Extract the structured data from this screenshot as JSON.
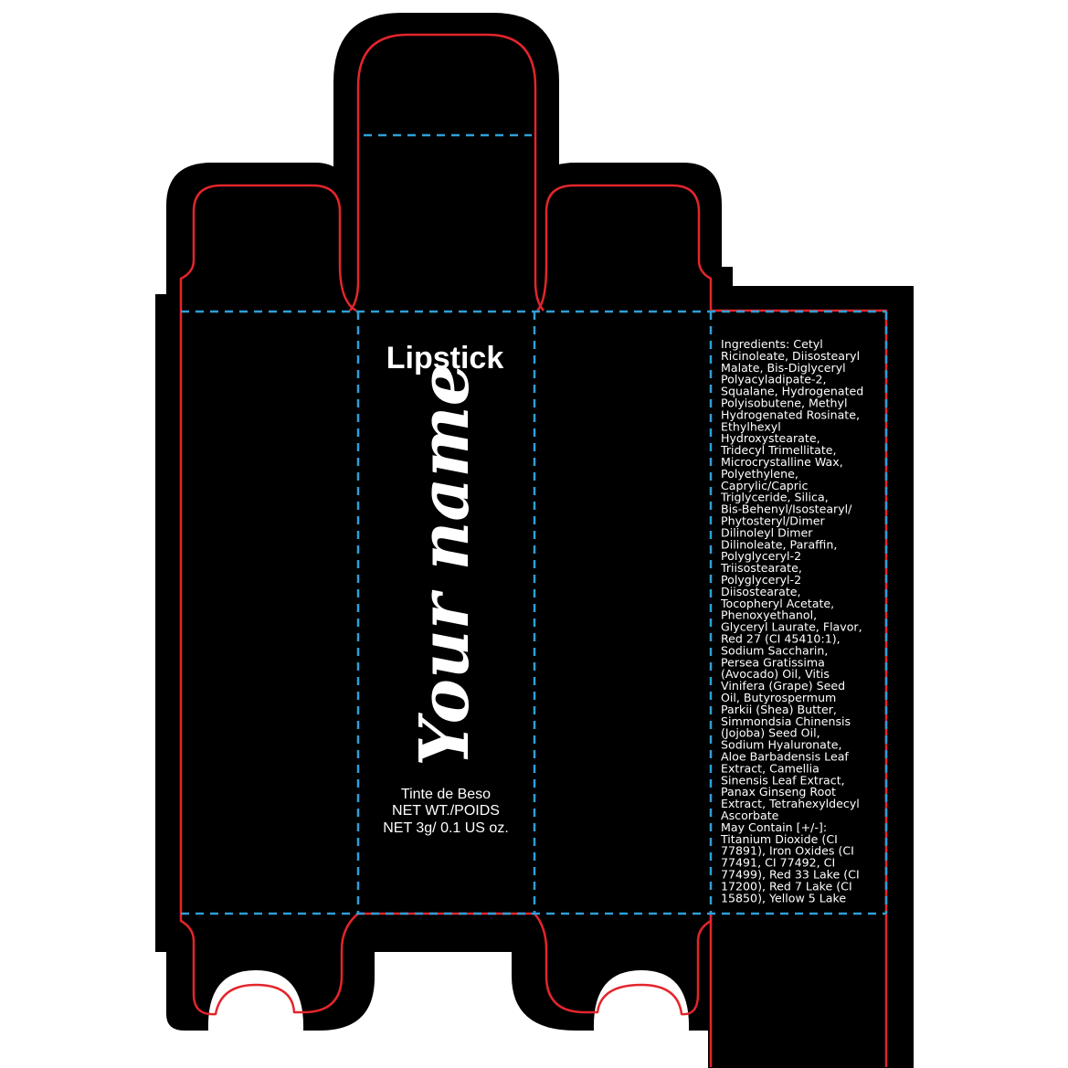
{
  "front_panel": {
    "product_type": "Lipstick",
    "name_placeholder": "Your name",
    "net_lines": [
      "Tinte de Beso",
      "NET WT./POIDS",
      "NET 3g/ 0.1 US oz."
    ]
  },
  "ingredients_panel": {
    "lines": [
      "Ingredients: Cetyl",
      "Ricinoleate, Diisostearyl",
      "Malate, Bis-Diglyceryl",
      "Polyacyladipate-2,",
      "Squalane, Hydrogenated",
      "Polyisobutene, Methyl",
      "Hydrogenated Rosinate,",
      "Ethylhexyl",
      "Hydroxystearate,",
      "Tridecyl Trimellitate,",
      "Microcrystalline Wax,",
      "Polyethylene,",
      "Caprylic/Capric",
      "Triglyceride, Silica,",
      "Bis-Behenyl/Isostearyl/",
      "Phytosteryl/Dimer",
      "Dilinoleyl Dimer",
      "Dilinoleate, Paraffin,",
      "Polyglyceryl-2",
      "Triisostearate,",
      "Polyglyceryl-2",
      "Diisostearate,",
      "Tocopheryl Acetate,",
      "Phenoxyethanol,",
      "Glyceryl Laurate, Flavor,",
      "Red 27 (CI 45410:1),",
      "Sodium Saccharin,",
      "Persea Gratissima",
      "(Avocado) Oil, Vitis",
      "Vinifera (Grape) Seed",
      "Oil, Butyrospermum",
      "Parkii (Shea) Butter,",
      "Simmondsia Chinensis",
      "(Jojoba) Seed Oil,",
      "Sodium Hyaluronate,",
      "Aloe Barbadensis Leaf",
      "Extract, Camellia",
      "Sinensis Leaf Extract,",
      "Panax Ginseng Root",
      "Extract, Tetrahexyldecyl",
      "Ascorbate",
      "May Contain [+/-]:",
      "Titanium Dioxide (CI",
      "77891), Iron Oxides (CI",
      "77491, CI 77492, CI",
      "77499), Red 33 Lake (CI",
      "17200), Red 7 Lake (CI",
      "15850), Yellow 5 Lake"
    ]
  },
  "colors": {
    "background": "#ffffff",
    "body": "#000000",
    "cut_line": "#e3252c",
    "fold_line": "#2f9fd8",
    "text": "#ffffff"
  }
}
